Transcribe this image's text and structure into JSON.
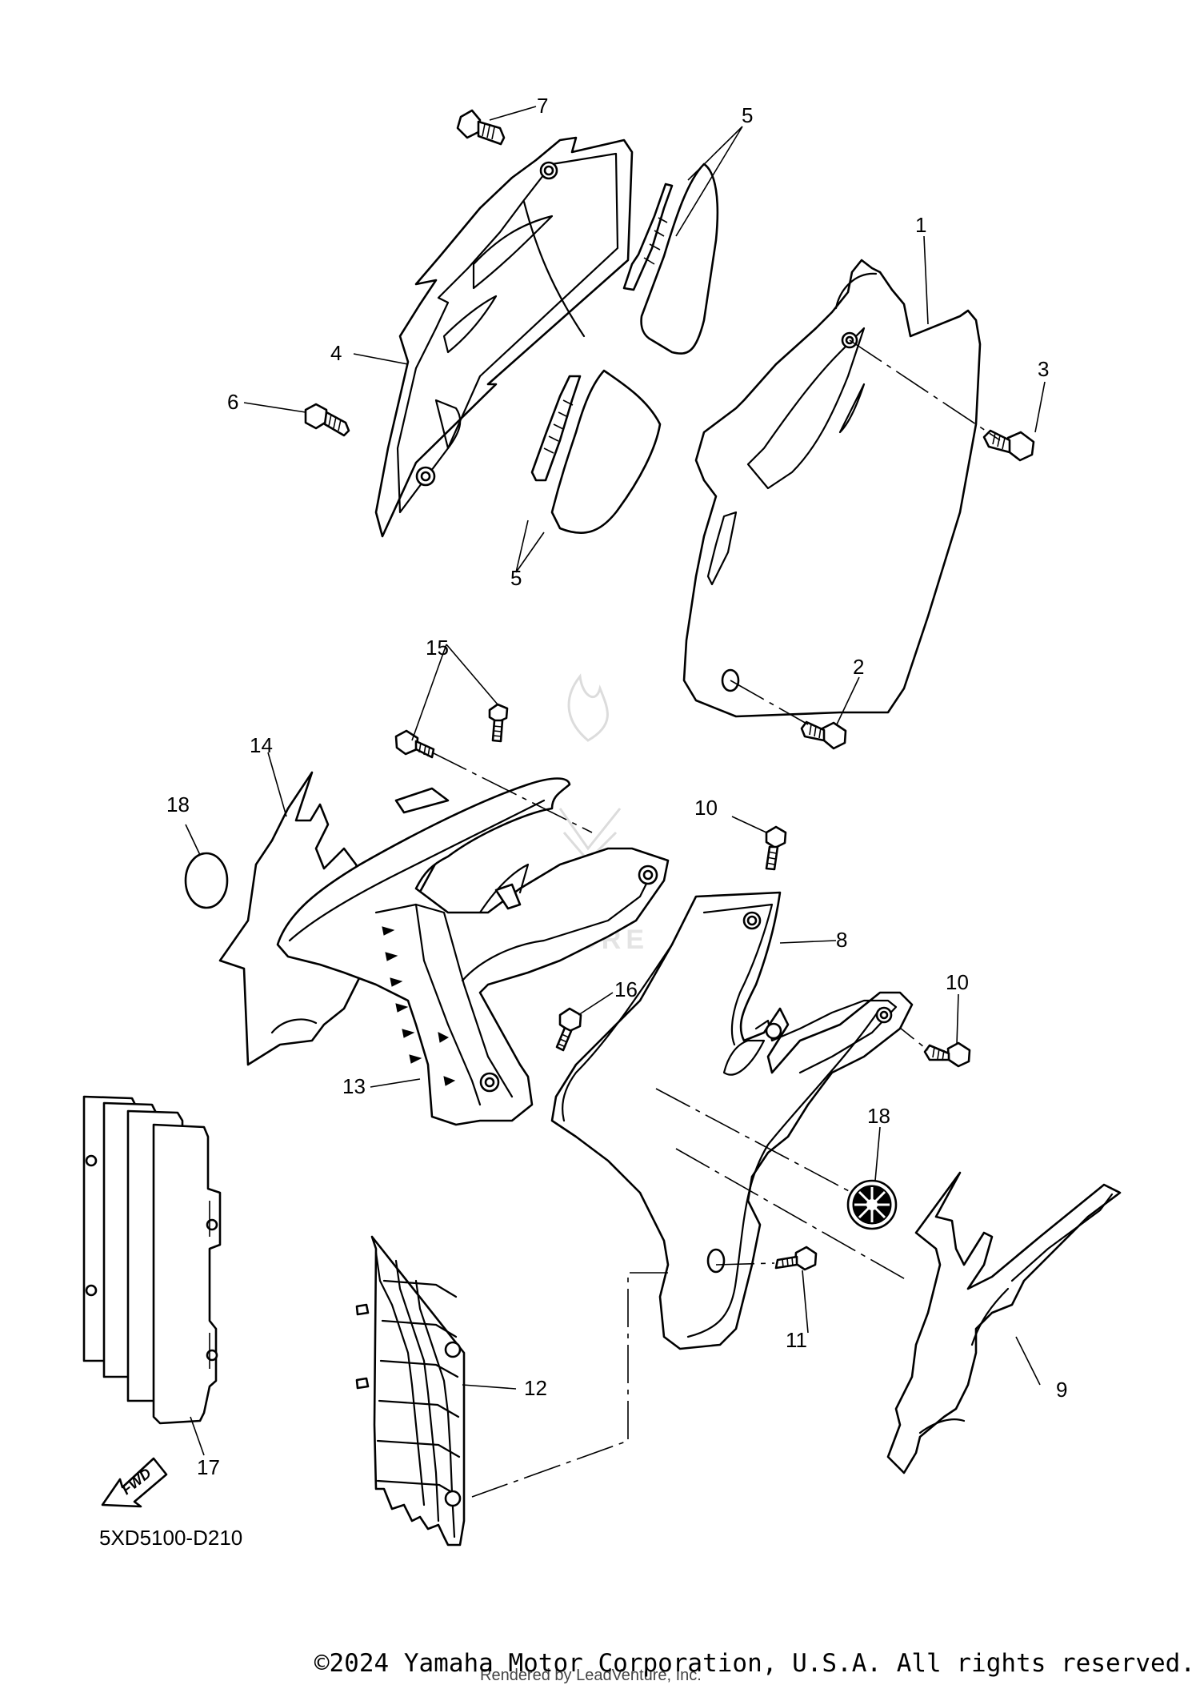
{
  "diagram_code": "5XD5100-D210",
  "fwd_label": "FWD",
  "watermark_text": "LEADVENTURE",
  "copyright": "©2024 Yamaha Motor Corporation, U.S.A. All rights reserved.",
  "rendered_by": "Rendered by LeadVenture, Inc.",
  "callouts": {
    "c1": "1",
    "c2": "2",
    "c3": "3",
    "c4": "4",
    "c5a": "5",
    "c5b": "5",
    "c6": "6",
    "c7": "7",
    "c8": "8",
    "c9": "9",
    "c10a": "10",
    "c10b": "10",
    "c11": "11",
    "c12": "12",
    "c13": "13",
    "c14": "14",
    "c15": "15",
    "c16": "16",
    "c17": "17",
    "c18a": "18",
    "c18b": "18"
  },
  "colors": {
    "line": "#000000",
    "background": "#ffffff",
    "watermark": "#dcdcdc"
  }
}
